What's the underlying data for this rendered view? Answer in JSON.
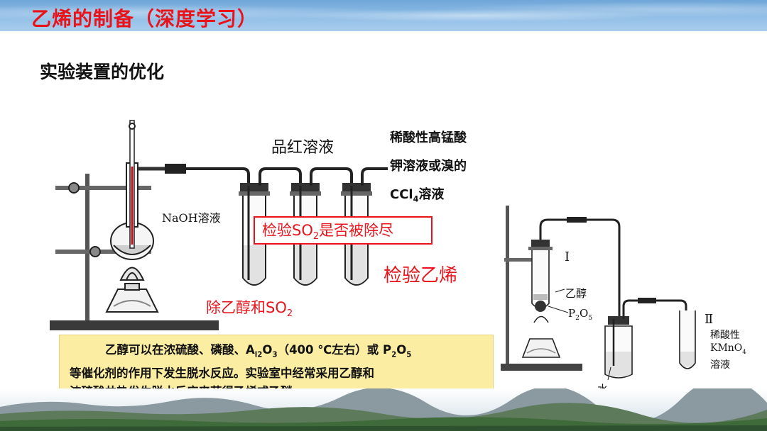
{
  "header": {
    "title": "乙烯的制备（深度学习）"
  },
  "subtitle": "实验装置的优化",
  "left_diagram": {
    "label_pinhong": "品红溶液",
    "label_kmno4_line1": "稀酸性高锰酸",
    "label_kmno4_line2": "钾溶液或溴的",
    "label_kmno4_line3_prefix": "CCl",
    "label_kmno4_line3_sub": "4",
    "label_kmno4_line3_suffix": "溶液",
    "label_naoh": "NaOH溶液",
    "red_box_prefix": "检验SO",
    "red_box_sub": "2",
    "red_box_suffix": "是否被除尽",
    "red_big": "检验乙烯",
    "red_mid_prefix": "除乙醇和SO",
    "red_mid_sub": "2"
  },
  "note": {
    "line1_a": "乙醇可以在浓硫酸、磷酸、A",
    "line1_b": "l2",
    "line1_c": "O",
    "line1_d": "3",
    "line1_e": "（400 ℃左右）或 P",
    "line1_f": "2",
    "line1_g": "O",
    "line1_h": "5",
    "line2": "等催化剂的作用下发生脱水反应。实验室中经常采用乙醇和",
    "line3": "浓硫酸共热发生脱水反应来获得乙烯或乙醚。"
  },
  "right_diagram": {
    "label_i": "I",
    "label_ethanol": "乙醇",
    "label_p2o5_a": "P",
    "label_p2o5_b": "2",
    "label_p2o5_c": "O",
    "label_p2o5_d": "5",
    "label_ii": "Ⅱ",
    "label_k1": "稀酸性",
    "label_k2_a": "KMnO",
    "label_k2_b": "4",
    "label_k3": "溶液",
    "label_water": "水"
  },
  "colors": {
    "title_red": "#e8141b",
    "note_bg": "#fbeea2",
    "header_blue": "#8fbde6"
  }
}
